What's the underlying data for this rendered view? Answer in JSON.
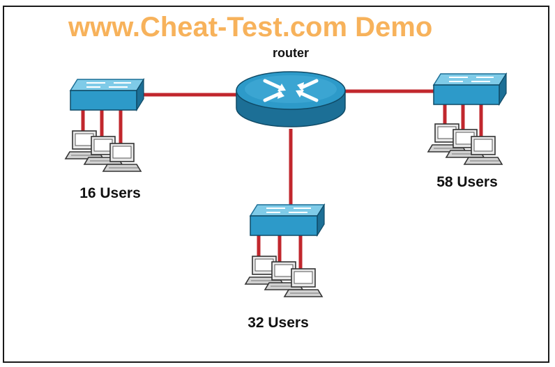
{
  "watermark": {
    "text": "www.Cheat-Test.com  Demo",
    "color": "#f7b25b"
  },
  "router": {
    "label": "router",
    "icon": "router-icon"
  },
  "segments": [
    {
      "label": "16 Users",
      "icon": "switch-icon"
    },
    {
      "label": "32 Users",
      "icon": "switch-icon"
    },
    {
      "label": "58 Users",
      "icon": "switch-icon"
    }
  ],
  "colors": {
    "link": "#c1272d",
    "device_blue": "#2d9ac9",
    "device_blue_dark": "#1c6f96",
    "device_blue_light": "#7fcbe8",
    "frame": "#1a1a1a",
    "computer": "#bdbdbd"
  }
}
